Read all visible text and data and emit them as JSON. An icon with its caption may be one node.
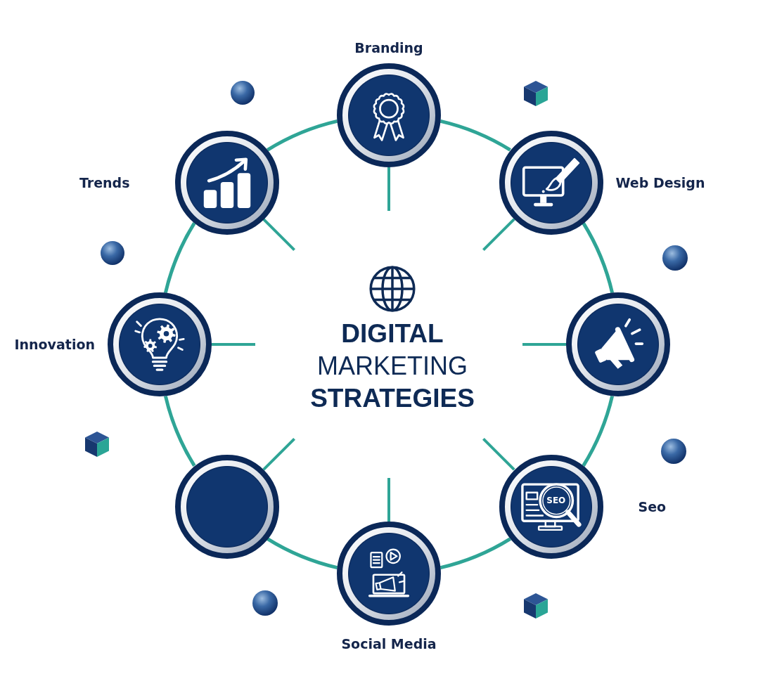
{
  "diagram": {
    "nodes": [
      {
        "text": [
          "**DIGITAL** MARKETING **STRATEGIES**"
        ]
      },
      {
        "text": [
          "Branding"
        ]
      },
      {
        "text": [
          "Web Design"
        ]
      },
      {
        "text": [],
        "shape": "circle"
      },
      {
        "text": [
          "Seo",
          "SEO"
        ]
      },
      {
        "text": [
          "Social Media"
        ]
      },
      {
        "text": [],
        "shape": "circle"
      },
      {
        "text": [
          "Innovation"
        ]
      },
      {
        "text": [
          "Trends"
        ]
      }
    ],
    "edges": [
      {
        "from": null,
        "to": 1,
        "arrow": "none"
      },
      {
        "from": null,
        "to": 2,
        "arrow": "none"
      },
      {
        "from": null,
        "to": 3,
        "arrow": "none"
      },
      {
        "from": null,
        "to": 4,
        "arrow": "none"
      },
      {
        "from": null,
        "to": 5,
        "arrow": "none"
      },
      {
        "from": null,
        "to": 6,
        "arrow": "none"
      },
      {
        "from": null,
        "to": 7,
        "arrow": "none"
      },
      {
        "from": null,
        "to": 8,
        "arrow": "none"
      },
      {
        "from": 1,
        "to": 2,
        "arrow": "none"
      },
      {
        "from": 2,
        "to": 3,
        "arrow": "none"
      },
      {
        "from": 3,
        "to": 4,
        "arrow": "none"
      },
      {
        "from": 4,
        "to": 5,
        "arrow": "none"
      },
      {
        "from": 5,
        "to": 6,
        "arrow": "none"
      },
      {
        "from": 6,
        "to": 7,
        "arrow": "none"
      },
      {
        "from": 7,
        "to": 8,
        "arrow": "none"
      },
      {
        "from": 8,
        "to": 1,
        "arrow": "none"
      }
    ]
  }
}
